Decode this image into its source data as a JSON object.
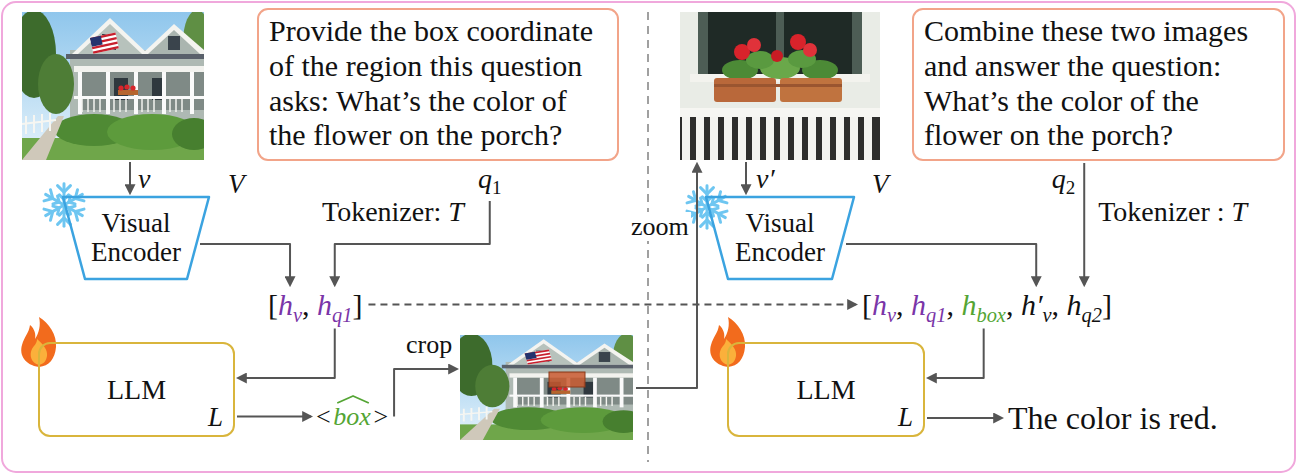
{
  "diagram": {
    "nodes": [
      {
        "text": [
          "Provide the box coordinate of the region this question asks: What’s the color of the flower on the porch?"
        ]
      },
      {
        "text": [
          "Visual Encoder",
          "V"
        ]
      },
      {
        "text": [
          "LLM",
          "L"
        ]
      },
      {
        "text": [
          "Combine these two images and answer the question: What’s the color of the flower on the porch?"
        ]
      },
      {
        "text": [
          "Visual Encoder",
          "V"
        ]
      },
      {
        "text": [
          "LLM",
          "L"
        ]
      }
    ],
    "labels": [
      "v",
      "q",
      "1",
      "Tokenizer:",
      "T",
      "[",
      "h",
      "v",
      ",",
      "h",
      "q1",
      "]",
      "<",
      "box",
      ">",
      "crop",
      "zoom",
      "v′",
      "q",
      "2",
      "Tokenizer :",
      "T",
      "[",
      "h",
      "v",
      ",",
      "h",
      "q1",
      ",",
      "h",
      "box",
      ",",
      "h′",
      "v",
      ",",
      "h",
      "q2",
      "]",
      "The color is red."
    ]
  }
}
